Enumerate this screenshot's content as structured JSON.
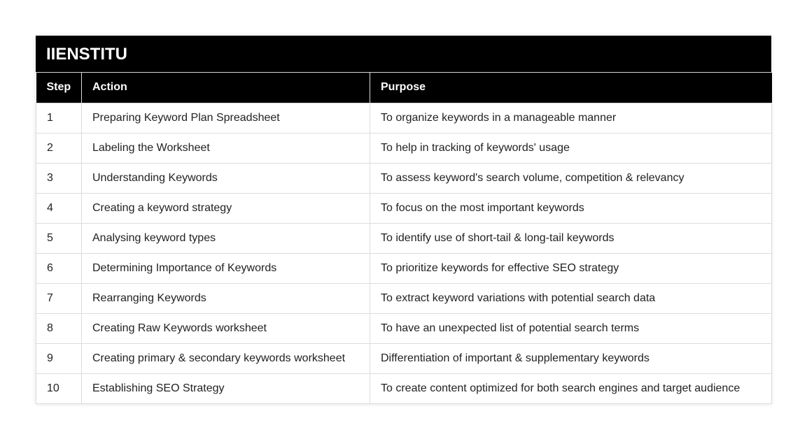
{
  "table": {
    "title": "IIENSTITU",
    "columns": [
      "Step",
      "Action",
      "Purpose"
    ],
    "rows": [
      {
        "step": "1",
        "action": "Preparing Keyword Plan Spreadsheet",
        "purpose": "To organize keywords in a manageable manner"
      },
      {
        "step": "2",
        "action": "Labeling the Worksheet",
        "purpose": "To help in tracking of keywords' usage"
      },
      {
        "step": "3",
        "action": "Understanding Keywords",
        "purpose": "To assess keyword's search volume, competition & relevancy"
      },
      {
        "step": "4",
        "action": "Creating a keyword strategy",
        "purpose": "To focus on the most important keywords"
      },
      {
        "step": "5",
        "action": "Analysing keyword types",
        "purpose": "To identify use of short-tail & long-tail keywords"
      },
      {
        "step": "6",
        "action": "Determining Importance of Keywords",
        "purpose": "To prioritize keywords for effective SEO strategy"
      },
      {
        "step": "7",
        "action": "Rearranging Keywords",
        "purpose": "To extract keyword variations with potential search data"
      },
      {
        "step": "8",
        "action": "Creating Raw Keywords worksheet",
        "purpose": "To have an unexpected list of potential search terms"
      },
      {
        "step": "9",
        "action": "Creating primary & secondary keywords worksheet",
        "purpose": "Differentiation of important & supplementary keywords"
      },
      {
        "step": "10",
        "action": "Establishing SEO Strategy",
        "purpose": "To create content optimized for both search engines and target audience"
      }
    ]
  },
  "colors": {
    "header_bg": "#000000",
    "header_text": "#ffffff",
    "border": "#dcdcdc",
    "body_text": "#222222"
  }
}
